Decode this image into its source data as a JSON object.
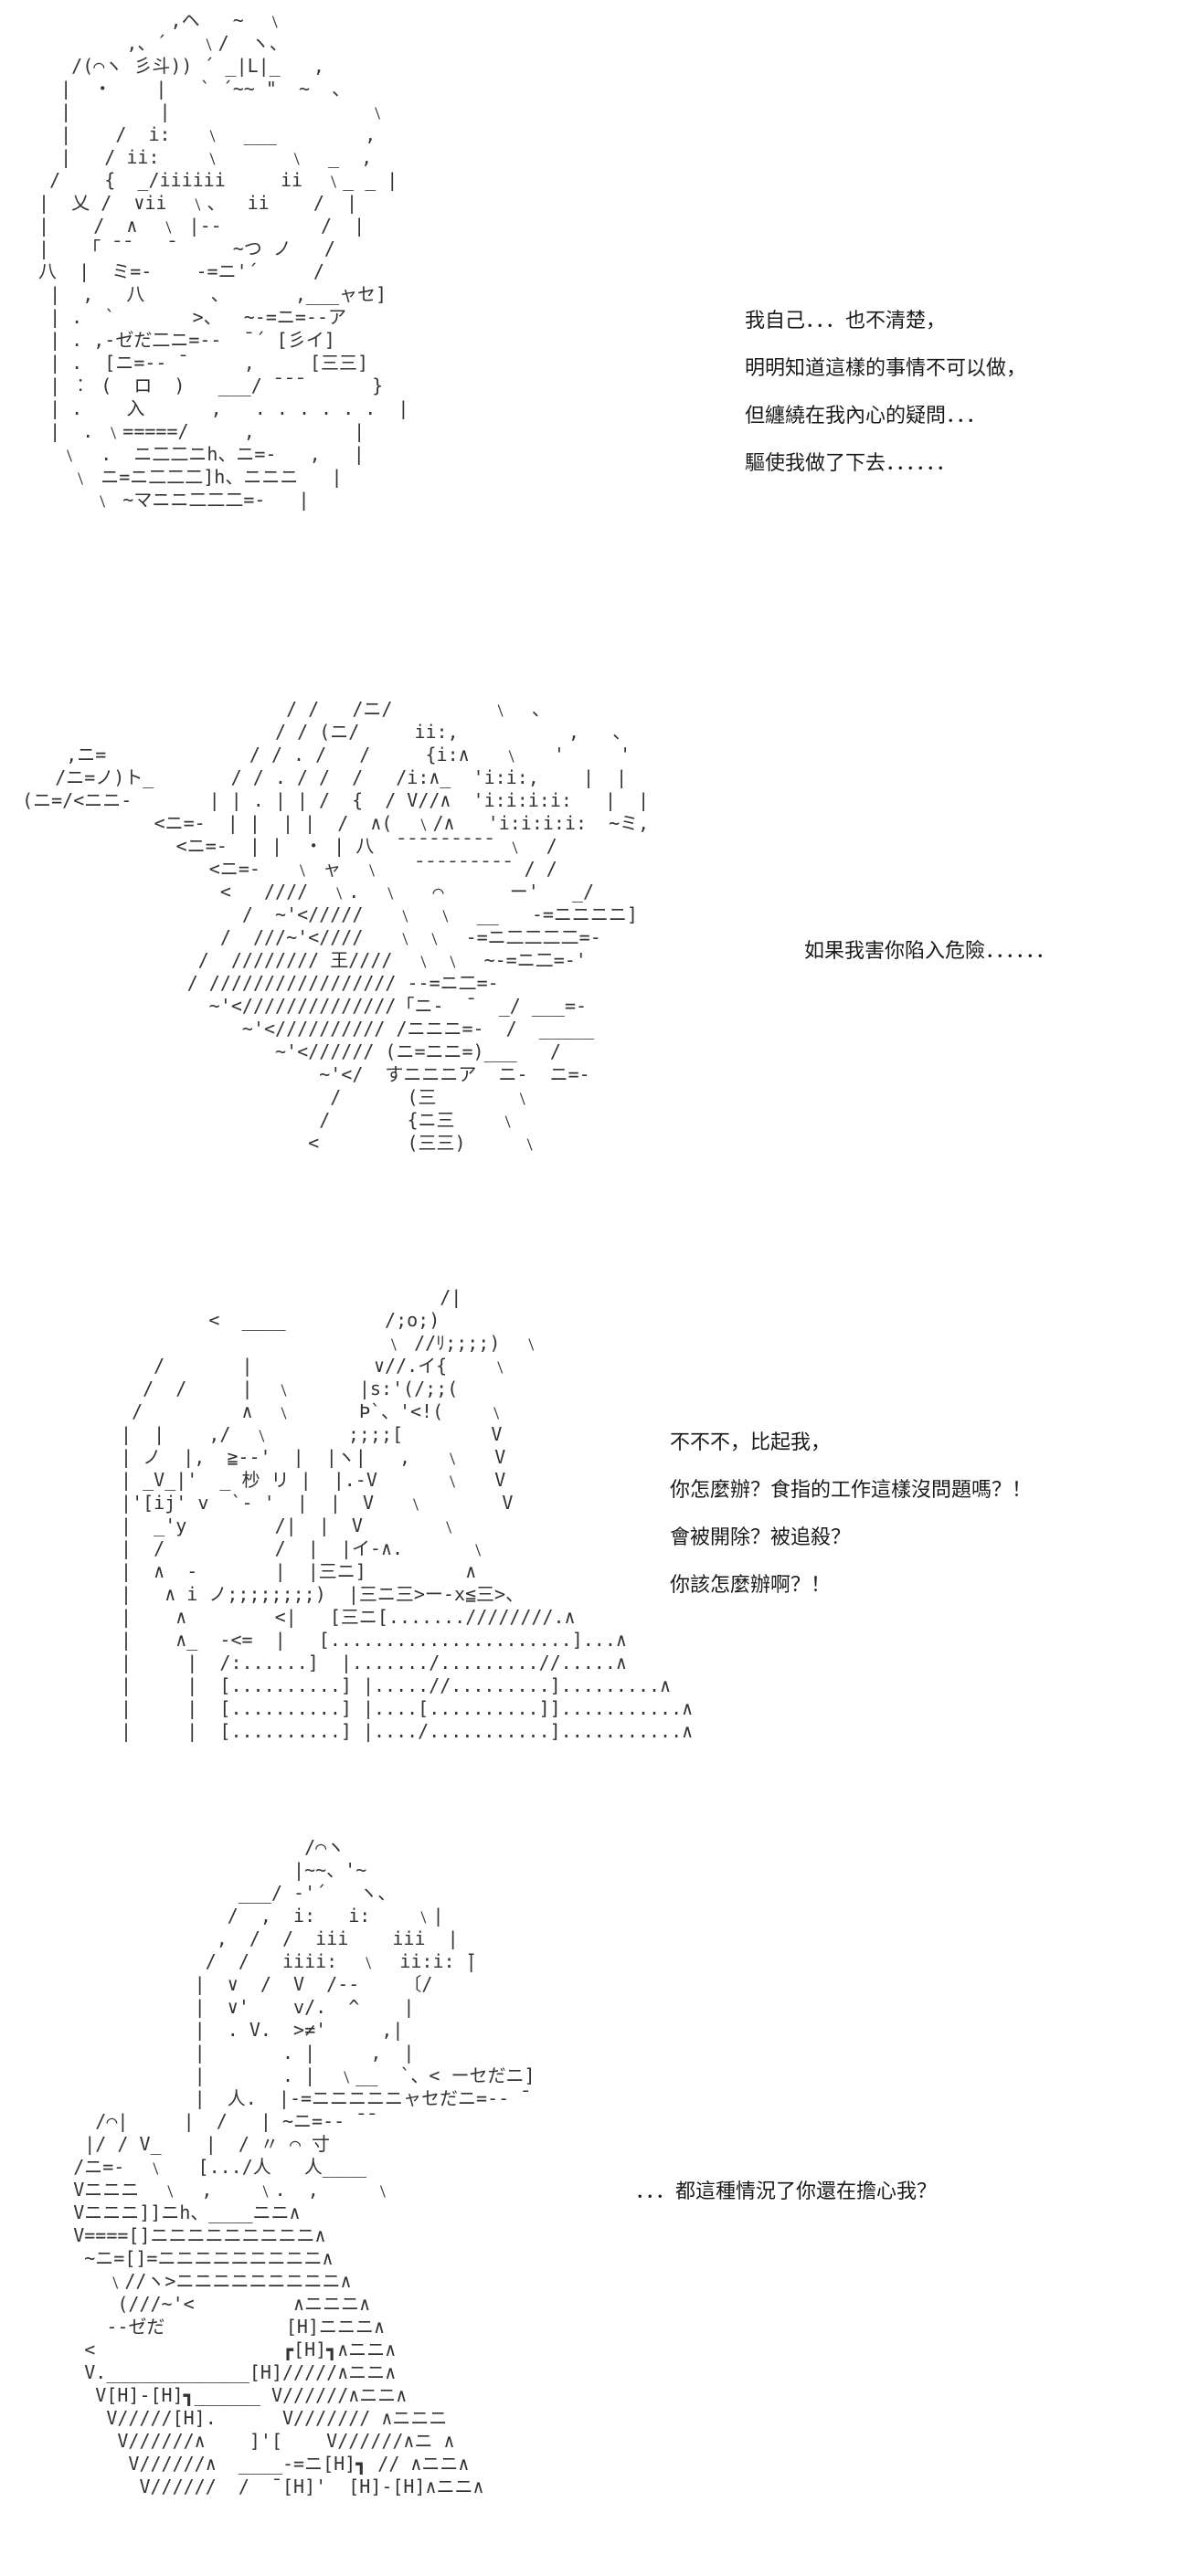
{
  "panels": [
    {
      "art": "             ,ヘ   ~  ﹨\n         ,、´   ﹨/  ヽ、\n    /(⌒ヽ 彡斗)) ´ _|L|_   ,\n   |  ・    |   ` ´~~ \"  ~  、\n   |        |                  ﹨\n   |    /  i:   ﹨  ___        ,\n   |   / ii:    ﹨      ﹨  _  ,\n  /    {  _/iiiiii     ii  ﹨_ _ |\n |  乂 /  ∨ii  ﹨、  ii    /  |\n |    /  ∧  ﹨ |--         /  |\n |   「 ̄ ̄    ̄      ~つ ノ   /\n 八  |  ミ=-    -=ニ'´     /\n  |  ,   八      、      ,___ャセ]\n  | .  `       >、  ~-=ニ=--ア\n  | . ,-ゼだ二ニ=-‐  ̄ ´ [彡イ]\n  | .  [ニ=-‐ ̄      ,     [三三]\n  | ︰ (  ロ  )   ___/ ̄ ̄ ̄       }\n  | .    入      ,   . . . . . .  |\n  |  . ﹨=====/     ,         |\n   ﹨  .  ニ二二ニh、ニ=-   ,   |\n    ﹨ ニ=ニ二二二]h、ニニニ   |\n      ﹨ ~マニニ二二二=-   |",
      "lines": [
        "我自己．．．也不清楚，",
        "明明知道這樣的事情不可以做，",
        "但纏繞在我內心的疑問．．．",
        "驅使我做了下去．．．．．．"
      ]
    },
    {
      "art": "                          / /   /ニ/         ﹨  、\n                         / / (ニ/     ii:,          ,   、\n      ,ニ=             / / . /   /     {i:∧   ﹨   '     '\n     /ニ=ノ)ト_       / / . / /  /   /i:∧_  'i:i:,    |  |\n  (ニ=/<ニニ-       | | . | | /  {  / V//∧  'i:i:i:i:   |  |\n              <ニ=-  | |  | |  /  ∧(  ﹨/∧   'i:i:i:i:  ~ミ,\n                <ニ=-  | |  ・ | 八  ̄ ̄ ̄ ̄ ̄ ̄ ̄ ̄ ̄  ﹨  /\n                   <ニ=-   ﹨ ャ  ﹨   ̄ ̄ ̄ ̄ ̄ ̄ ̄ ̄ ̄  / /\n                    <   ////  ﹨.  ﹨   ⌒      ー'   _/\n                      /  ~'</////   ﹨  ﹨  __   -=ニニニニ]\n                    /  ///~'<////   ﹨ ﹨  -=ニ二二二二=-\n                  /  //////// 王////  ﹨ ﹨  ~-=ニ二=-'\n                 / ///////////////// --=ニ二=-\n                   ~'<//////////////「ニ-  ̄   _/ ___=-\n                      ~'<////////// /ニニニ=-  /  _____\n                         ~'<////// (ニ=ニニ=)___   /\n                             ~'</  すニニニア  ニ-  ニ=-\n                              /      (三       ﹨\n                             /       {ニ三    ﹨\n                            <        (三三)     ﹨",
      "lines": [
        "如果我害你陷入危險．．．．．．"
      ]
    },
    {
      "art": "                              /|\n         <  ____         /;o;)\n                         ﹨ //ﾘ;;;;)  ﹨\n    /       |           ∨//.イ{    ﹨\n   /  /     |  ﹨      |s:'(/;;(\n  /         ∧  ﹨      Þ`、'<!(    ﹨\n |  |    ,/  ﹨       ;;;;[        V\n | ノ  |,  ≧--'  |  |ヽ|   ,   ﹨   V\n | _V_|'  _ 杪 リ |  |.-V      ﹨   V\n |'[ij' v  `- '  |  |  V   ﹨       V\n |  _'y        /|  |  V       ﹨\n |  /          /  |  |イ-∧.      ﹨\n |  ∧  -       |  |三ニ]         ∧\n |   ∧ i ノ;;;;;;;;)  |三ニ三>ー-x≦三>、\n |    ∧        <|   [三ニ[.......////////.∧\n |    ∧_  -<=  |   [......................]...∧\n |     |  /:......]  |......./.........//.....∧\n |     |  [..........] |.....//.........].........∧\n |     |  [..........] |....[..........]]...........∧\n |     |  [..........] |..../...........]...........∧",
      "lines": [
        "不不不，比起我，",
        "你怎麼辦？食指的工作這樣沒問題嗎？！",
        "會被開除？被追殺？",
        "你該怎麼辦啊？！"
      ]
    },
    {
      "art": "                          /⌒ヽ\n                         |~~、'~\n                    ___/ ‐'´   ヽ、\n                   /  ,  i:   i:    ﹨|\n                  ,  /  /  iii    iii  |\n                 /  /   iiii:  ﹨  ii:i: ̄|\n                |  ∨  /  V  /‐-    〔/\n                |  ∨'    v/.  ^    |\n                |  . V.  >≠'     ,|\n                |       . |     ,  |\n                |       . |  ﹨__  `、< ーセだニ]\n                |  人.  |-=ニニニニニャセだニ=-‐ ̄\n       /⌒|     |  /   | ~ニ=-‐ ̄ ̄\n      |/ / V_    |  / 〃 ⌒ 寸\n     /ニ=-  ﹨   [.../人   人____\n     Vニニニ  ﹨  ,    ﹨.  ,     ﹨\n     Vニニニ]]ニh、____ニニ∧\n     V====[]ニニニニニニニニニ∧\n      ~ニ=[]=ニニニニニニニニニ∧\n        ﹨//ヽ>ニニニニニニニニニ∧\n         (///~'<         ∧ニニニ∧\n        -‐ゼだ           [H]ニニニ∧\n      <                 ┏[H]┓∧ニニ∧\n      V._____________[H]/////∧ニニ∧\n       V[H]-[H]┓______ V//////∧ニニ∧\n        V/////[H].      V/////// ∧ニニニ\n         V//////∧    ]'[    V//////∧ニ ∧\n          V//////∧  ____-=ニ[H]┓ // ∧ニニ∧\n           V//////  /  ̄ [H]'  [H]-[H]∧ニニ∧",
      "lines": [
        "．．．都這種情況了你還在擔心我？"
      ]
    }
  ]
}
